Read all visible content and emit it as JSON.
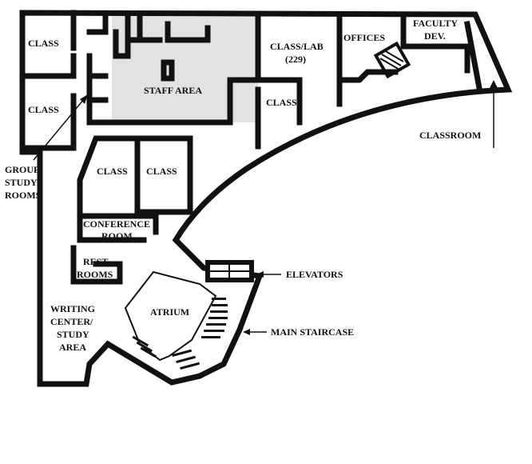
{
  "labels": {
    "class_top_left": "CLASS",
    "class_mid_left": "CLASS",
    "staff_area": "STAFF AREA",
    "class_lab_line1": "CLASS/LAB",
    "class_lab_line2": "(229)",
    "class_229_below": "CLASS",
    "offices": "OFFICES",
    "faculty_line1": "FACULTY",
    "faculty_line2": "DEV.",
    "classroom": "CLASSROOM",
    "group_line1": "GROUP",
    "group_line2": "STUDY",
    "group_line3": "ROOMS",
    "class_center_left": "CLASS",
    "class_center_right": "CLASS",
    "conference_line1": "CONFERENCE",
    "conference_line2": "ROOM",
    "rest_line1": "REST",
    "rest_line2": "ROOMS",
    "writing_line1": "WRITING",
    "writing_line2": "CENTER/",
    "writing_line3": "STUDY",
    "writing_line4": "AREA",
    "atrium": "ATRIUM",
    "elevators": "ELEVATORS",
    "main_staircase": "MAIN STAIRCASE"
  },
  "colors": {
    "wall": "#111111",
    "staff_area_fill": "#e2e2e2",
    "background": "#ffffff"
  }
}
